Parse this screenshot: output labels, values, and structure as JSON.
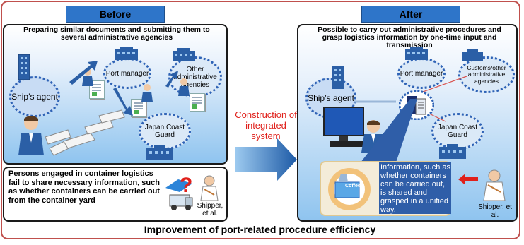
{
  "before": {
    "tab": "Before",
    "header": "Preparing similar documents and submitting them to several administrative agencies",
    "ship_agent": "Ship’s agent",
    "port_manager": "Port manager",
    "other_agencies": "Other administrative agencies",
    "coast_guard": "Japan Coast Guard",
    "problem_text": "Persons engaged in container logistics fail to share necessary information, such as whether containers can be carried out from the container yard",
    "shipper": "Shipper, et al.",
    "question_mark": "?"
  },
  "middle": {
    "label": "Construction of integrated system"
  },
  "after": {
    "tab": "After",
    "header": "Possible to carry out administrative procedures and grasp logistics information by one-time input and transmission",
    "ship_agent": "Ship’s agent",
    "port_manager": "Port manager",
    "customs": "Customs/other administrative agencies",
    "coast_guard": "Japan Coast Guard",
    "info_text": "Information, such as whether containers can be carried out, is shared and grasped in a unified way.",
    "shipper": "Shipper, et al.",
    "coffee_label": "Coffee"
  },
  "footer": "Improvement of port-related procedure efficiency",
  "colors": {
    "frame": "#c0504d",
    "tab": "#2e75c9",
    "bubble_border": "#2f63b6",
    "accent_red": "#e0201b"
  }
}
